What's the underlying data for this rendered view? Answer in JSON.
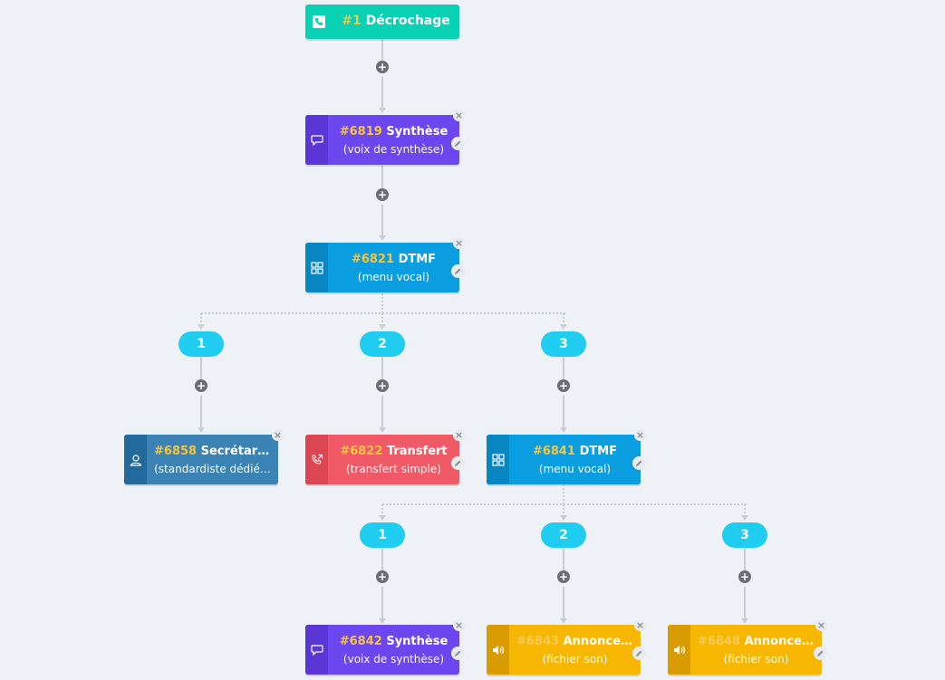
{
  "colors": {
    "background": "#eef1f5",
    "start": "#08d1b4",
    "synthese": "#6c47ef",
    "dtmf": "#0a9ee0",
    "secretariat": "#3b83b5",
    "transfert": "#f05a66",
    "annonce": "#f7b600",
    "branch": "#1ecdf0",
    "number_highlight": "#f5c542"
  },
  "root": {
    "num": "#1",
    "label": "Décrochage",
    "icon": "phone-icon"
  },
  "nodes": {
    "n6819": {
      "num": "#6819",
      "name": "Synthèse",
      "desc": "(voix de synthèse)",
      "icon": "speech-bubble-icon"
    },
    "n6821": {
      "num": "#6821",
      "name": "DTMF",
      "desc": "(menu vocal)",
      "icon": "grid-icon"
    },
    "n6858": {
      "num": "#6858",
      "name": "Secrétariat",
      "desc": "(standardiste dédié…",
      "icon": "user-icon"
    },
    "n6822": {
      "num": "#6822",
      "name": "Transfert",
      "desc": "(transfert simple)",
      "icon": "phone-forward-icon"
    },
    "n6841": {
      "num": "#6841",
      "name": "DTMF",
      "desc": "(menu vocal)",
      "icon": "grid-icon"
    },
    "n6842": {
      "num": "#6842",
      "name": "Synthèse",
      "desc": "(voix de synthèse)",
      "icon": "speech-bubble-icon"
    },
    "n6843": {
      "num": "#6843",
      "name": "Annonce v…",
      "desc": "(fichier son)",
      "icon": "speaker-icon"
    },
    "n6848": {
      "num": "#6848",
      "name": "Annonce v…",
      "desc": "(fichier son)",
      "icon": "speaker-icon"
    }
  },
  "branches": {
    "a1": "1",
    "a2": "2",
    "a3": "3",
    "b1": "1",
    "b2": "2",
    "b3": "3"
  },
  "controls": {
    "add": "+",
    "delete": "×"
  }
}
